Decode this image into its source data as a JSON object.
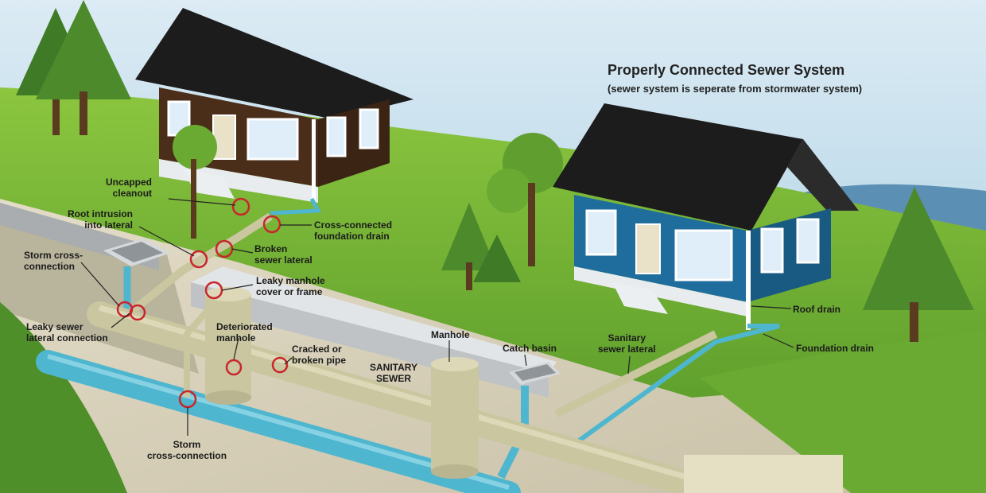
{
  "title": "Properly Connected Sewer System",
  "subtitle": "(sewer system is seperate from stormwater system)",
  "labels": {
    "uncapped_cleanout": "Uncapped\ncleanout",
    "root_intrusion": "Root intrusion\ninto lateral",
    "cross_connected_drain": "Cross-connected\nfoundation drain",
    "storm_cross_connection_top": "Storm cross-\nconnection",
    "broken_sewer_lateral": "Broken\nsewer lateral",
    "leaky_manhole_cover": "Leaky manhole\ncover or frame",
    "leaky_sewer_lateral": "Leaky sewer\nlateral connection",
    "deteriorated_manhole": "Deteriorated\nmanhole",
    "cracked_pipe": "Cracked or\nbroken pipe",
    "sanitary_sewer": "SANITARY\nSEWER",
    "manhole": "Manhole",
    "catch_basin": "Catch basin",
    "sanitary_sewer_lateral": "Sanitary\nsewer lateral",
    "roof_drain": "Roof drain",
    "foundation_drain": "Foundation drain",
    "storm_cross_connection_bottom": "Storm\ncross-connection"
  },
  "colors": {
    "grass": "#7fbf3a",
    "soil": "#d9d3bf",
    "pipe_sanitary": "#c9c6a0",
    "pipe_storm": "#4fb6cf",
    "house_brown": "#4a2e1a",
    "house_blue": "#1f6d9c",
    "roof": "#1c1c1c",
    "marker": "#c9262c"
  }
}
